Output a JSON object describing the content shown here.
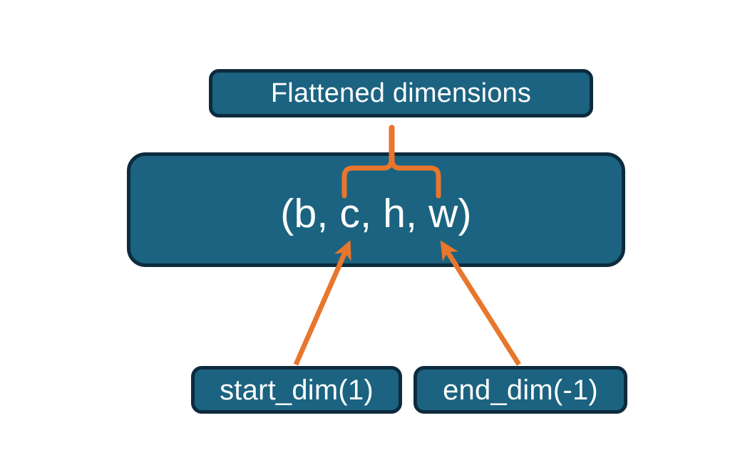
{
  "diagram": {
    "title_node": {
      "label": "Flattened dimensions"
    },
    "shape_node": {
      "label": "(b, c, h, w)"
    },
    "start_node": {
      "label": "start_dim(1)"
    },
    "end_node": {
      "label": "end_dim(-1)"
    }
  },
  "colors": {
    "node_fill": "#1b6380",
    "node_border": "#0d2b3e",
    "node_text": "#ffffff",
    "accent_orange": "#e8762c",
    "background": "#ffffff"
  },
  "annotations": {
    "brace_name": "flattened-range-brace",
    "left_arrow_name": "start-dim-arrow",
    "right_arrow_name": "end-dim-arrow"
  }
}
